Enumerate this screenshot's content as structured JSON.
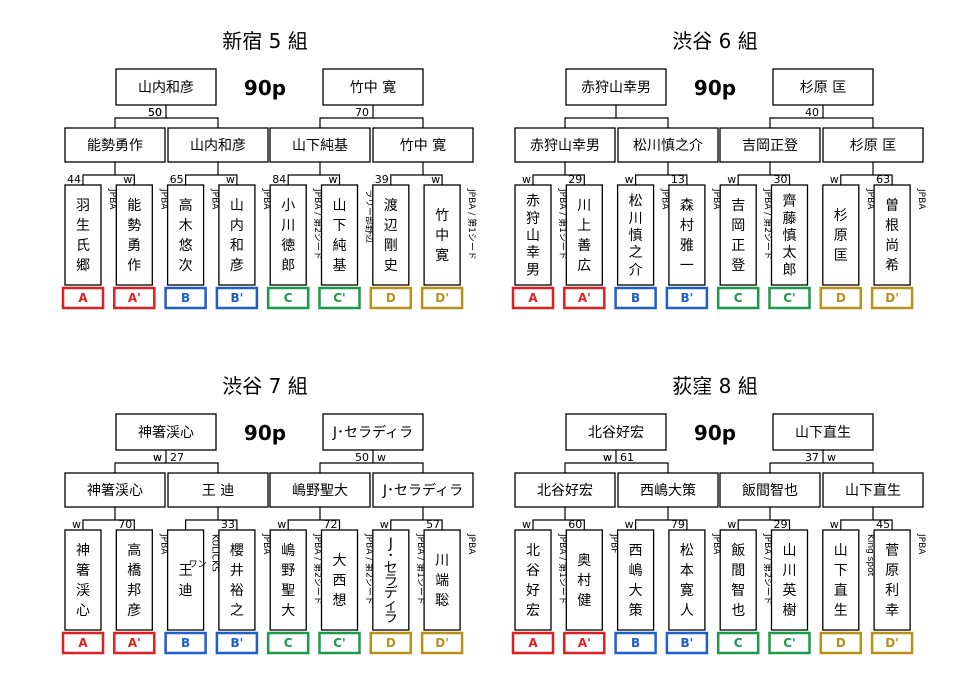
{
  "groups": [
    {
      "title": "新宿 5 組",
      "points": "90p",
      "final": {
        "left": "山内和彦",
        "right": "竹中 寛",
        "left_score": "50",
        "right_score": "70"
      },
      "semis": [
        {
          "name": "能勢勇作",
          "left_score": "44",
          "right_score": "w"
        },
        {
          "name": "山内和彦",
          "left_score": "65",
          "right_score": "w"
        },
        {
          "name": "山下純基",
          "left_score": "84",
          "right_score": "w"
        },
        {
          "name": "竹中 寛",
          "left_score": "39",
          "right_score": "w"
        }
      ],
      "players": [
        {
          "name": "羽生氏郷",
          "org": "JPBA",
          "seed": "A"
        },
        {
          "name": "能勢勇作",
          "org": "JPBA",
          "seed": "A'"
        },
        {
          "name": "高木悠次",
          "org": "JPBA",
          "seed": "B"
        },
        {
          "name": "山内和彦",
          "org": "JPBA",
          "seed": "B'"
        },
        {
          "name": "小川徳郎",
          "org": "JPBA / 第2シード",
          "seed": "C"
        },
        {
          "name": "山下純基",
          "org": "ラリー部野辺",
          "seed": "C'"
        },
        {
          "name": "渡辺剛史",
          "org": "",
          "seed": "D"
        },
        {
          "name": "竹中 寛",
          "org": "JPBA / 第1シード",
          "seed": "D'"
        }
      ]
    },
    {
      "title": "渋谷 6 組",
      "points": "90p",
      "final": {
        "left": "赤狩山幸男",
        "right": "杉原 匡",
        "left_score": "",
        "right_score": "40"
      },
      "semis": [
        {
          "name": "赤狩山幸男",
          "left_score": "w",
          "right_score": "29"
        },
        {
          "name": "松川慎之介",
          "left_score": "w",
          "right_score": "13"
        },
        {
          "name": "吉岡正登",
          "left_score": "w",
          "right_score": "30"
        },
        {
          "name": "杉原 匡",
          "left_score": "w",
          "right_score": "63"
        }
      ],
      "players": [
        {
          "name": "赤狩山幸男",
          "org": "JPBA / 第1シード",
          "seed": "A"
        },
        {
          "name": "川上善広",
          "org": "",
          "seed": "A'"
        },
        {
          "name": "松川慎之介",
          "org": "JPBA",
          "seed": "B"
        },
        {
          "name": "森村雅一",
          "org": "JPBA",
          "seed": "B'"
        },
        {
          "name": "吉岡正登",
          "org": "JPBA / 第2シード",
          "seed": "C"
        },
        {
          "name": "齊藤慎太郎",
          "org": "",
          "seed": "C'"
        },
        {
          "name": "杉原 匡",
          "org": "JPBA",
          "seed": "D"
        },
        {
          "name": "曽根尚希",
          "org": "JPBA",
          "seed": "D'"
        }
      ]
    },
    {
      "title": "渋谷 7 組",
      "points": "90p",
      "final": {
        "left": "神箸渓心",
        "right": "J･セラディラ",
        "left_score": "w",
        "right_score": "27"
      },
      "semis": [
        {
          "name": "神箸渓心",
          "left_score": "w",
          "right_score": "70"
        },
        {
          "name": "王 迪",
          "left_score": "",
          "right_score": "33"
        },
        {
          "name": "嶋野聖大",
          "left_score": "w",
          "right_score": "72"
        },
        {
          "name": "J･セラディラ",
          "left_score": "w",
          "right_score": "57"
        }
      ],
      "final_right": {
        "left_score": "50",
        "right_score": "w"
      },
      "players": [
        {
          "name": "神箸渓心",
          "org": "",
          "seed": "A"
        },
        {
          "name": "高橋邦彦",
          "org": "JPBA",
          "seed": "A'"
        },
        {
          "name": "王 迪",
          "org": "KULICKS",
          "seed": "B",
          "ruby": "ワン"
        },
        {
          "name": "櫻井裕之",
          "org": "JPBA",
          "seed": "B'"
        },
        {
          "name": "嶋野聖大",
          "org": "JPBA / 第2シード",
          "seed": "C"
        },
        {
          "name": "大西想",
          "org": "JPBA / 第2シード",
          "seed": "C'"
        },
        {
          "name": "J･セラディラ",
          "org": "JPBA / 第1シード",
          "seed": "D"
        },
        {
          "name": "川端聡",
          "org": "JPBA",
          "seed": "D'"
        }
      ]
    },
    {
      "title": "荻窪 8 組",
      "points": "90p",
      "final": {
        "left": "北谷好宏",
        "right": "山下直生",
        "left_score": "w",
        "right_score": "61"
      },
      "semis": [
        {
          "name": "北谷好宏",
          "left_score": "w",
          "right_score": "60"
        },
        {
          "name": "西嶋大策",
          "left_score": "w",
          "right_score": "79"
        },
        {
          "name": "飯間智也",
          "left_score": "w",
          "right_score": "29"
        },
        {
          "name": "山下直生",
          "left_score": "w",
          "right_score": "45"
        }
      ],
      "final_right": {
        "left_score": "37",
        "right_score": "w"
      },
      "players": [
        {
          "name": "北谷好宏",
          "org": "JPBA / 第1シード",
          "seed": "A"
        },
        {
          "name": "奥村健",
          "org": "JPBF",
          "seed": "A'"
        },
        {
          "name": "西嶋大策",
          "org": "",
          "seed": "B"
        },
        {
          "name": "松本寛人",
          "org": "JPBA",
          "seed": "B'"
        },
        {
          "name": "飯間智也",
          "org": "JPBA / 第2シード",
          "seed": "C"
        },
        {
          "name": "山川英樹",
          "org": "",
          "seed": "C'"
        },
        {
          "name": "山下直生",
          "org": "King spot",
          "seed": "D"
        },
        {
          "name": "菅原利幸",
          "org": "JPBA",
          "seed": "D'"
        }
      ]
    }
  ],
  "colors": {
    "A": "#e02020",
    "B": "#1f5fc8",
    "C": "#1a9a4a",
    "D": "#b8901a"
  }
}
